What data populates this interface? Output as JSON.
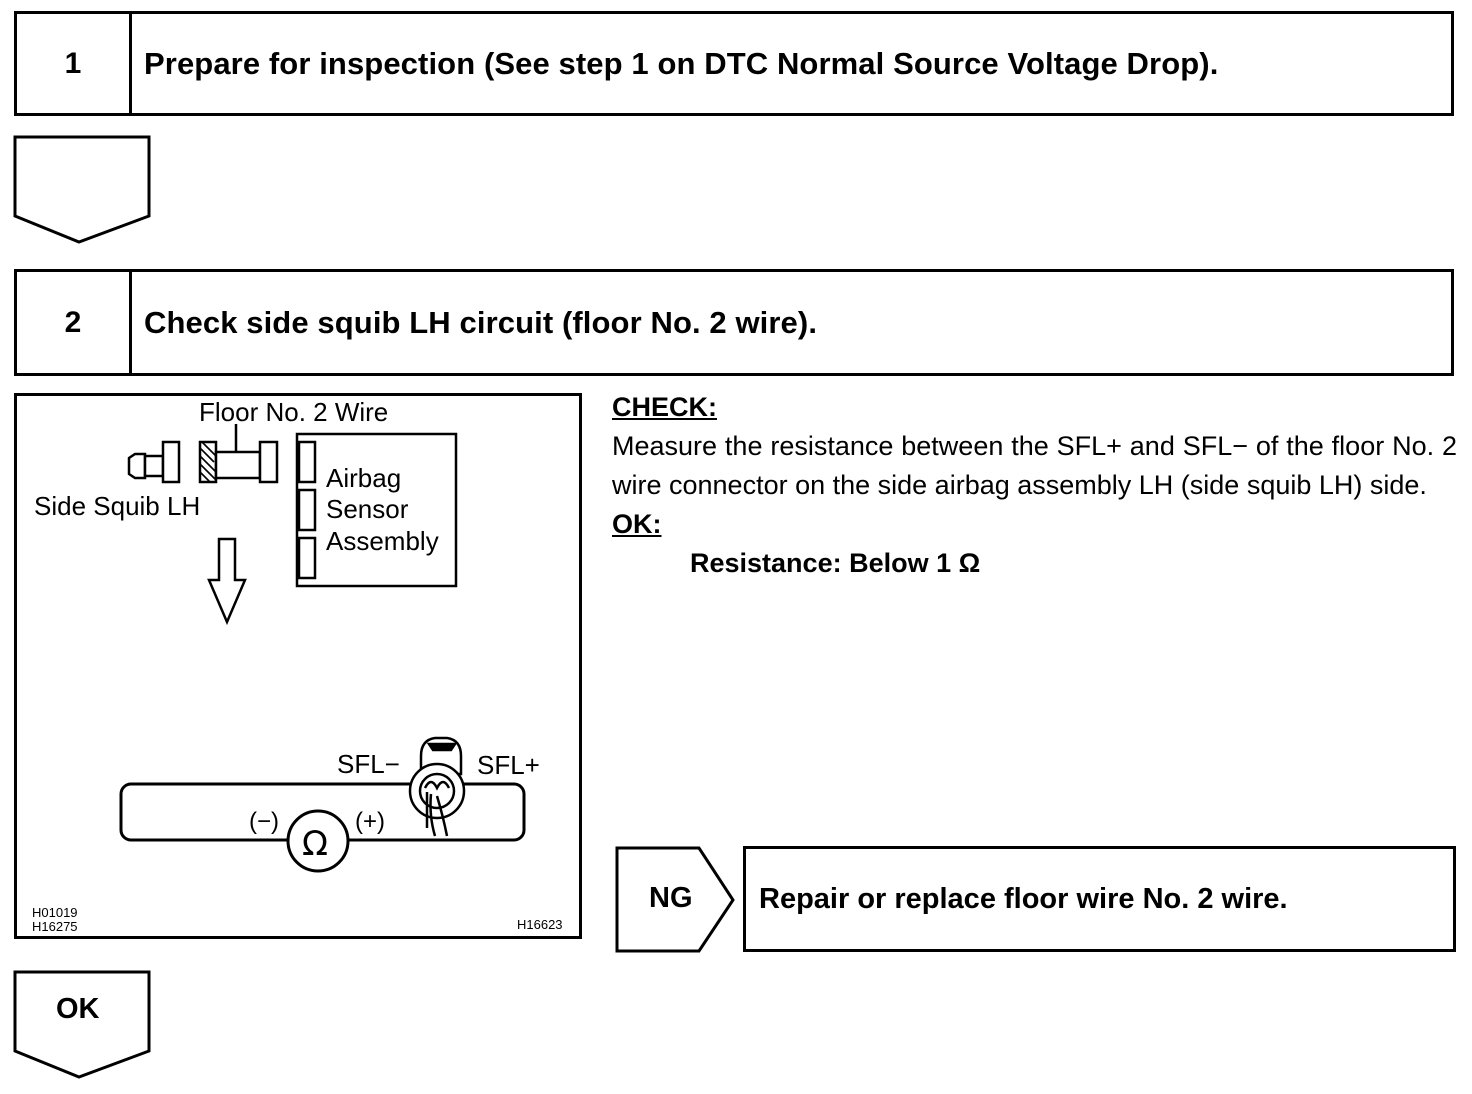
{
  "steps": [
    {
      "number": "1",
      "title": "Prepare for inspection (See step 1 on DTC Normal Source Voltage Drop)."
    },
    {
      "number": "2",
      "title": "Check side squib LH circuit (floor No. 2 wire)."
    }
  ],
  "diagram": {
    "label_floor_wire": "Floor No. 2 Wire",
    "label_side_squib": "Side Squib LH",
    "label_airbag_line1": "Airbag",
    "label_airbag_line2": "Sensor",
    "label_airbag_line3": "Assembly",
    "label_sfl_minus": "SFL−",
    "label_sfl_plus": "SFL+",
    "label_probe_minus": "(−)",
    "label_probe_plus": "(+)",
    "ohm_symbol": "Ω",
    "ref_codes_left": "H01019\nH16275",
    "ref_code_right": "H16623"
  },
  "check": {
    "heading": "CHECK:",
    "text": "Measure the resistance between the SFL+ and SFL− of the floor No. 2 wire connector on the side airbag assembly LH (side squib LH) side.",
    "ok_heading": "OK:",
    "ok_spec": "Resistance: Below 1 Ω"
  },
  "results": {
    "ng_label": "NG",
    "ng_action": "Repair or replace floor wire No. 2 wire.",
    "ok_label": "OK"
  }
}
